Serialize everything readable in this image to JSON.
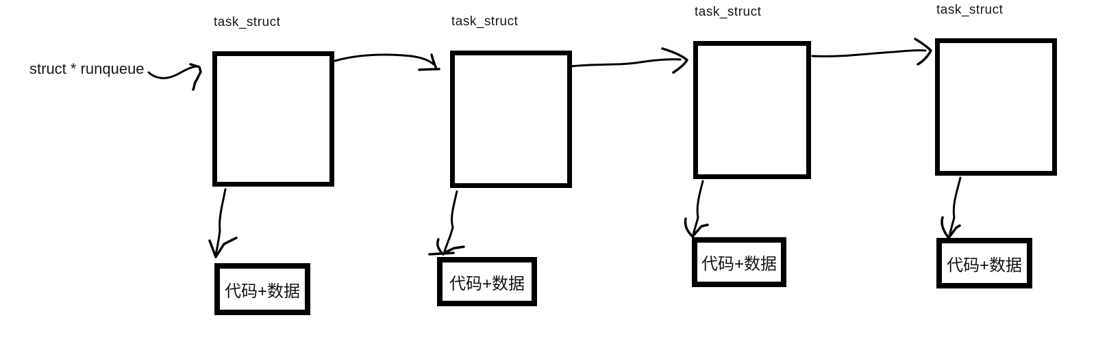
{
  "diagram": {
    "pointer_label": "struct * runqueue",
    "nodes": [
      {
        "title": "task_struct",
        "payload_label": "代码+数据"
      },
      {
        "title": "task_struct",
        "payload_label": "代码+数据"
      },
      {
        "title": "task_struct",
        "payload_label": "代码+数据"
      },
      {
        "title": "task_struct",
        "payload_label": "代码+数据"
      }
    ],
    "colors": {
      "ink": "#000000",
      "background": "#ffffff"
    }
  }
}
